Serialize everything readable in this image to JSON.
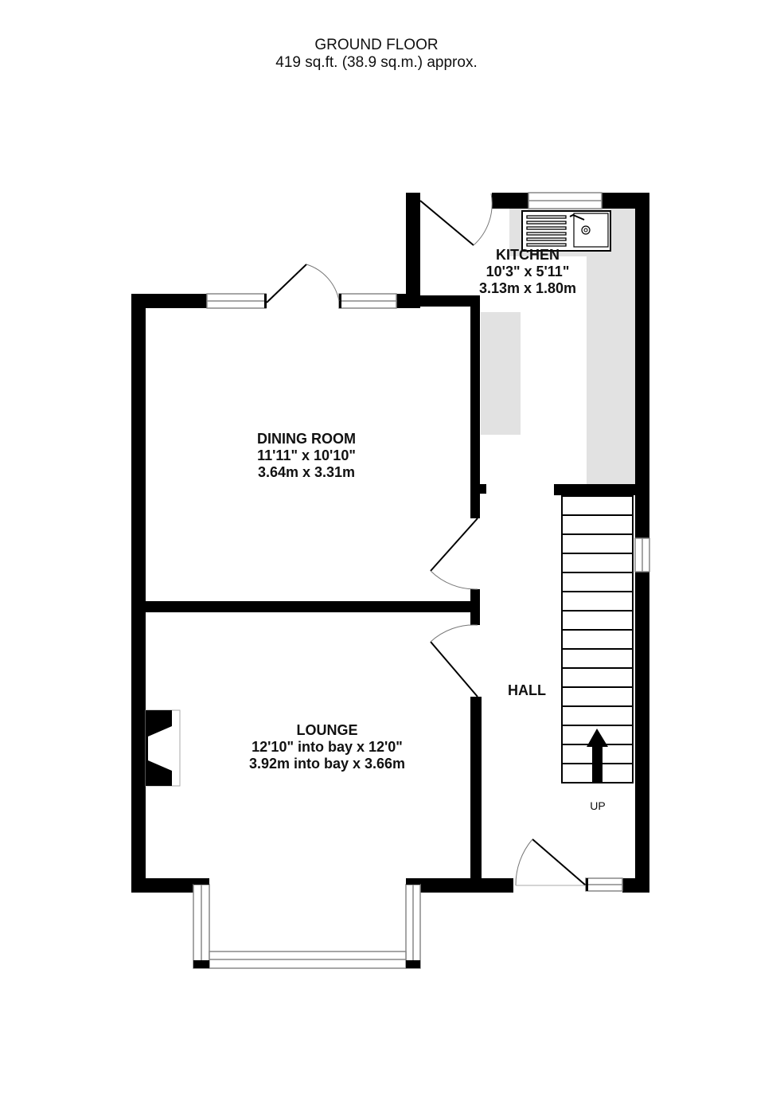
{
  "header": {
    "title": "GROUND FLOOR",
    "area": "419 sq.ft. (38.9 sq.m.) approx."
  },
  "rooms": [
    {
      "name": "KITCHEN",
      "imperial": "10'3\"  x 5'11\"",
      "metric": "3.13m  x 1.80m"
    },
    {
      "name": "DINING ROOM",
      "imperial": "11'11\"  x 10'10\"",
      "metric": "3.64m  x 3.31m"
    },
    {
      "name": "LOUNGE",
      "imperial": "12'10\" into bay x 12'0\"",
      "metric": "3.92m into bay x 3.66m"
    },
    {
      "name": "HALL"
    }
  ],
  "stairs": {
    "direction_label": "UP",
    "treads": 15
  },
  "fixtures": [
    "sink-unit",
    "fireplace",
    "bay-window",
    "kitchen-counters"
  ],
  "colors": {
    "wall": "#000000",
    "counter": "#e2e2e2",
    "window": "#888888",
    "background": "#ffffff"
  }
}
